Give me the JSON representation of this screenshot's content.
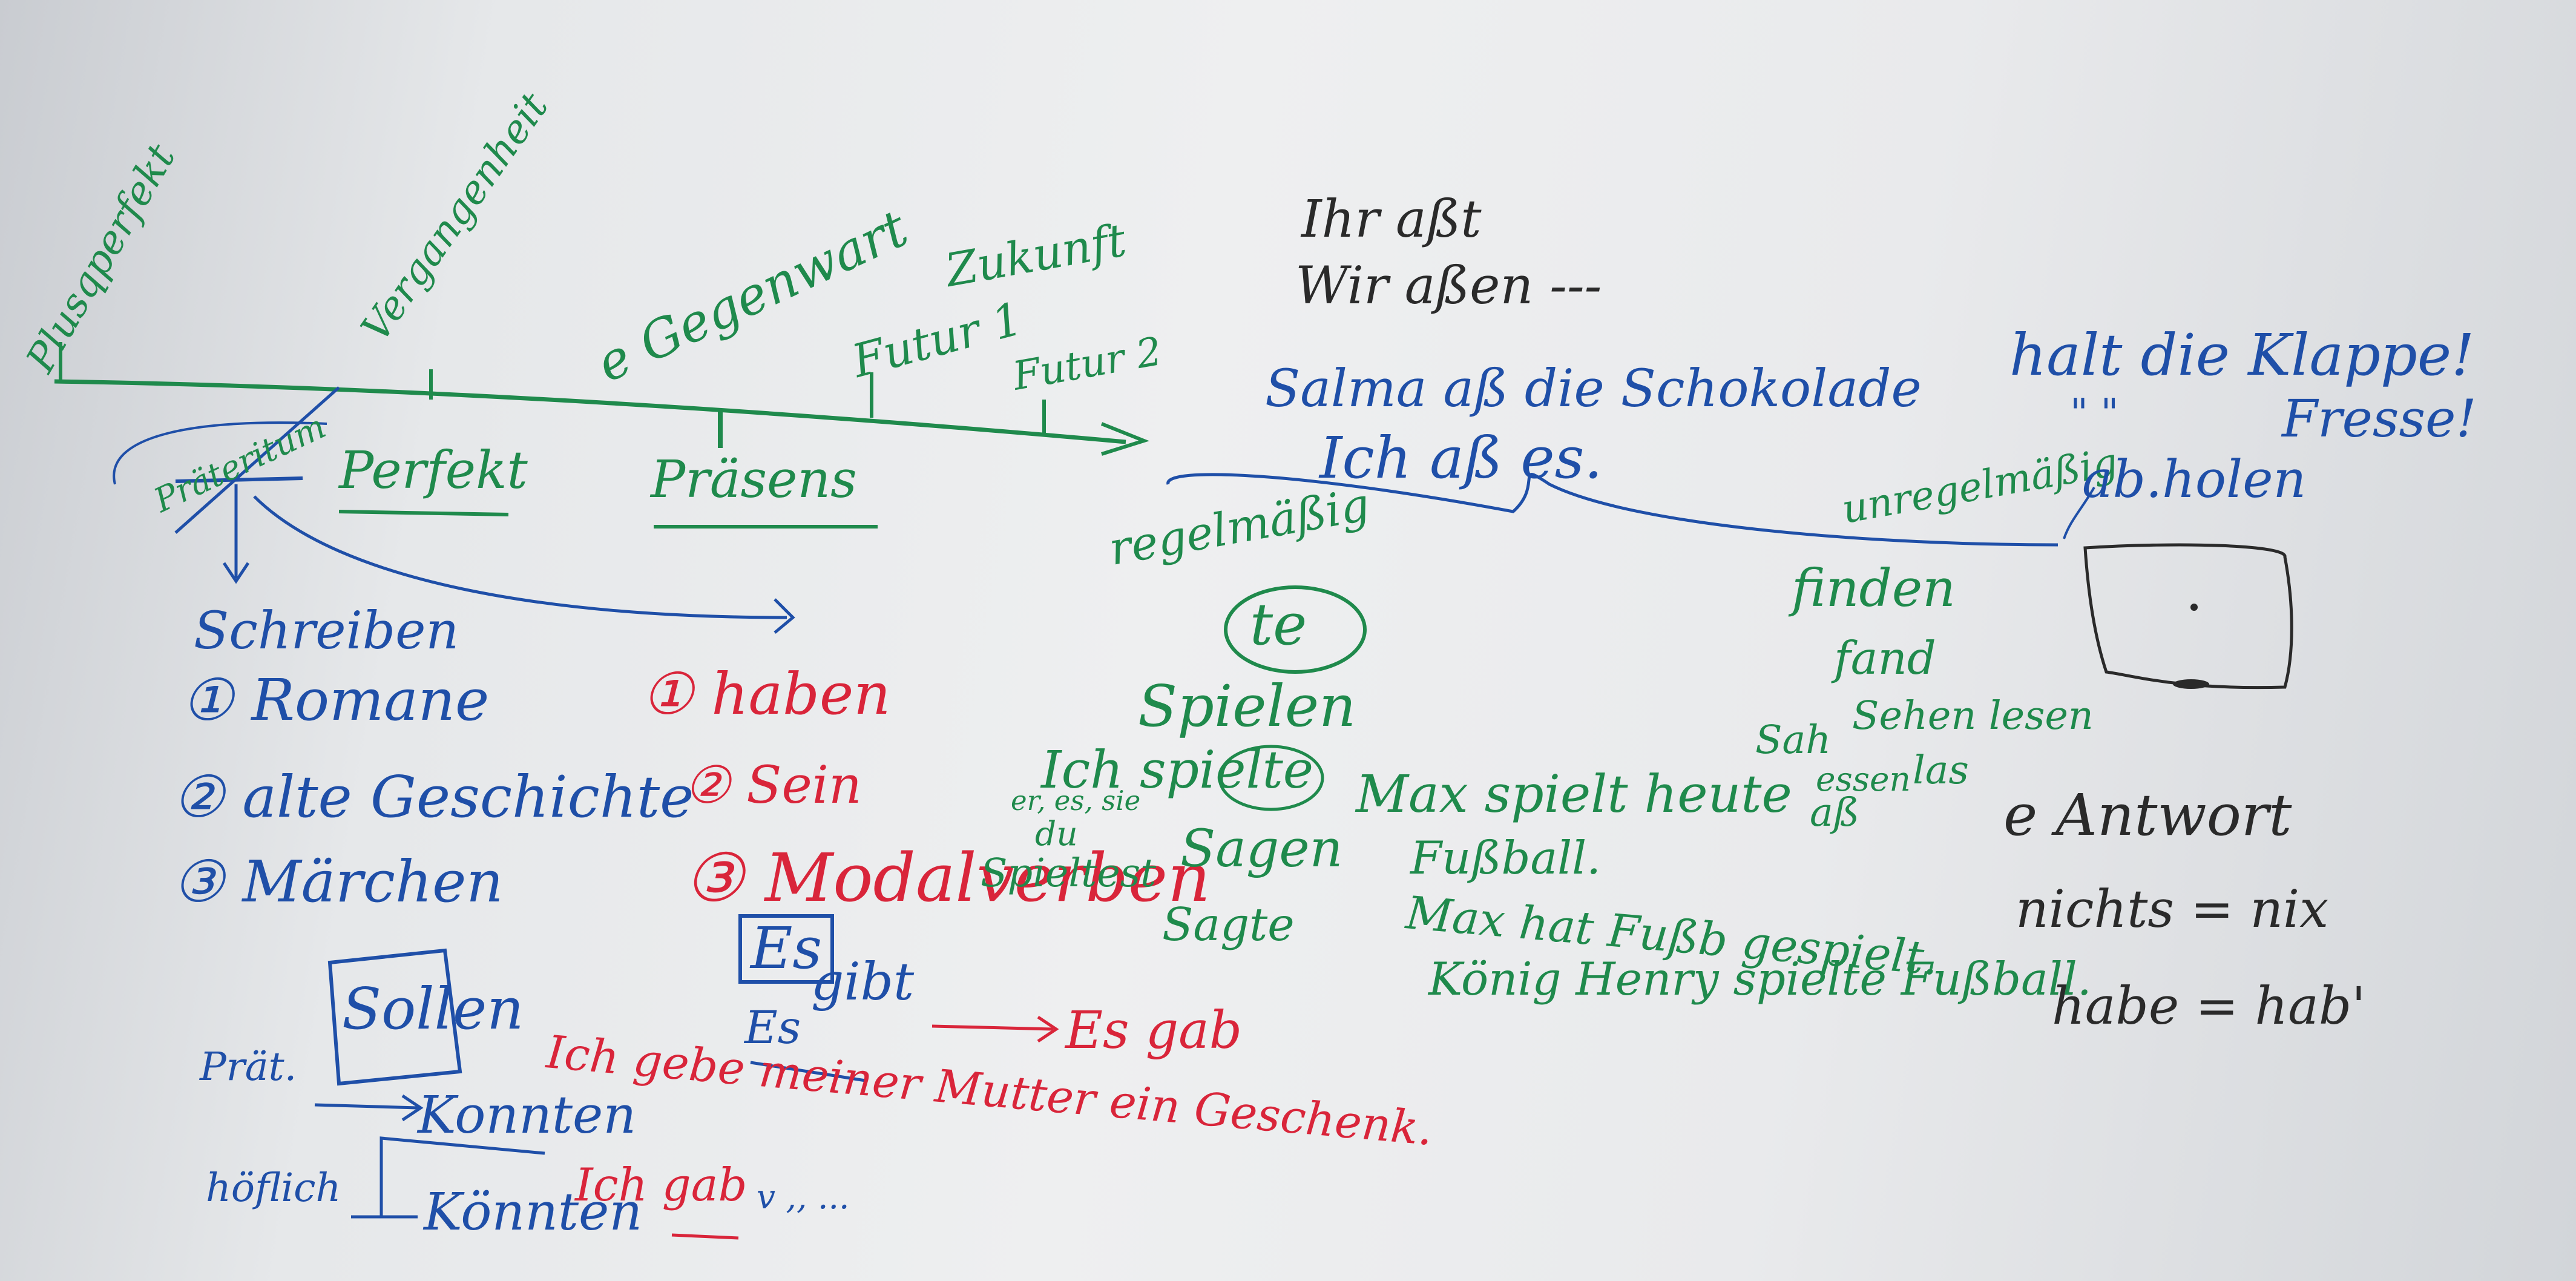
{
  "colors": {
    "green_marker": "#1f8a4c",
    "blue_marker": "#1f4fa8",
    "red_marker": "#d9253a",
    "black_marker": "#2a2a2a",
    "board": "#eeeff0"
  },
  "timeline": {
    "plusquamperfekt": "Plusqperfekt",
    "vergangenheit": "Vergangenheit",
    "gegenwart": "e Gegenwart",
    "zukunft": "Zukunft",
    "futur1": "Futur 1",
    "futur2": "Futur 2",
    "praeteritum": "Präteritum",
    "perfekt": "Perfekt",
    "praesens": "Präsens"
  },
  "schreiben": {
    "title": "Schreiben",
    "items": [
      "① Romane",
      "② alte Geschichte",
      "③ Märchen"
    ]
  },
  "haben_list": {
    "items": [
      "① haben",
      "② Sein",
      "③ Modalverben"
    ]
  },
  "es_gibt": {
    "es_box": "Es",
    "gibt": "gibt",
    "es_gab": "Es gab",
    "es_below": "Es"
  },
  "sollen": {
    "box": "Sollen",
    "praet": "Prät.",
    "konnten": "Konnten",
    "hoeflich": "höflich",
    "koennten": "Könnten"
  },
  "red_sentences": {
    "line1": "Ich gebe meiner Mutter ein Geschenk.",
    "line2": "Ich gab",
    "tail": "v  ,, ..."
  },
  "ihr_wir": {
    "line1": "Ihr aßt",
    "line2": "Wir aßen ---"
  },
  "salma": {
    "line1": "Salma aß die Schokolade",
    "line2": "Ich aß es."
  },
  "regel": {
    "regelmaessig": "regelmäßig",
    "te": "te",
    "spielen": "Spielen",
    "ich_spielte": "Ich spielte",
    "pronouns": "er, es, sie",
    "du": "du",
    "spieltest": "Spieltest",
    "sagen": "Sagen",
    "sagte": "Sagte"
  },
  "max": {
    "line1": "Max spielt heute",
    "line2": "Fußball.",
    "line3": "Max hat Fußb gespielt.",
    "line4": "König Henry spielte Fußball."
  },
  "unregel": {
    "unregelmaessig": "unregelmäßig",
    "abholen": "ab.holen",
    "finden": "finden",
    "fand": "fand",
    "sehen_lesen": "Sehen lesen",
    "sah": "Sah",
    "las": "las",
    "essen": "essen",
    "ass": "aß"
  },
  "right": {
    "halt": "halt die Klappe!",
    "ditto": "\" \"",
    "fresse": "Fresse!",
    "antwort": "e Antwort",
    "nichts": "nichts = nix",
    "habe": "habe = hab'"
  }
}
